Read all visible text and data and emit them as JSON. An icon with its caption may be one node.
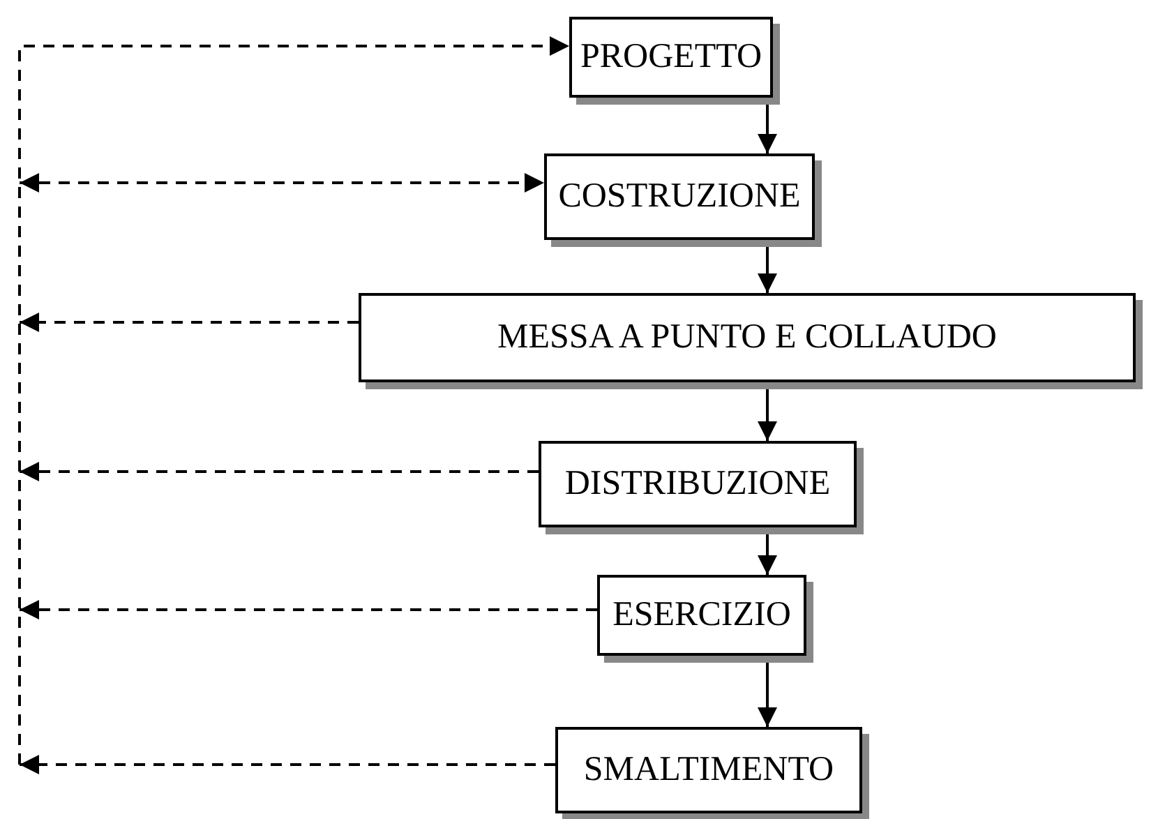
{
  "diagram": {
    "nodes": [
      {
        "text": [
          "PROGETTO"
        ]
      },
      {
        "text": [
          "COSTRUZIONE"
        ]
      },
      {
        "text": [
          "MESSA A PUNTO E COLLAUDO"
        ]
      },
      {
        "text": [
          "DISTRIBUZIONE"
        ]
      },
      {
        "text": [
          "ESERCIZIO"
        ]
      },
      {
        "text": [
          "SMALTIMENTO"
        ]
      }
    ],
    "edges": [
      {
        "from": 0,
        "to": 1,
        "arrow": "to"
      },
      {
        "from": 1,
        "to": 2,
        "arrow": "to"
      },
      {
        "from": 2,
        "to": 3,
        "arrow": "to"
      },
      {
        "from": 3,
        "to": 4,
        "arrow": "to"
      },
      {
        "from": 4,
        "to": 5,
        "arrow": "to"
      },
      {
        "from": null,
        "to": 0,
        "arrow": "to",
        "style": "dashed"
      },
      {
        "from": null,
        "to": 1,
        "arrow": "both",
        "style": "dashed"
      },
      {
        "from": 2,
        "to": null,
        "arrow": "to",
        "style": "dashed"
      },
      {
        "from": 3,
        "to": null,
        "arrow": "to",
        "style": "dashed"
      },
      {
        "from": 4,
        "to": null,
        "arrow": "to",
        "style": "dashed"
      },
      {
        "from": 5,
        "to": null,
        "arrow": "to",
        "style": "dashed"
      }
    ]
  }
}
